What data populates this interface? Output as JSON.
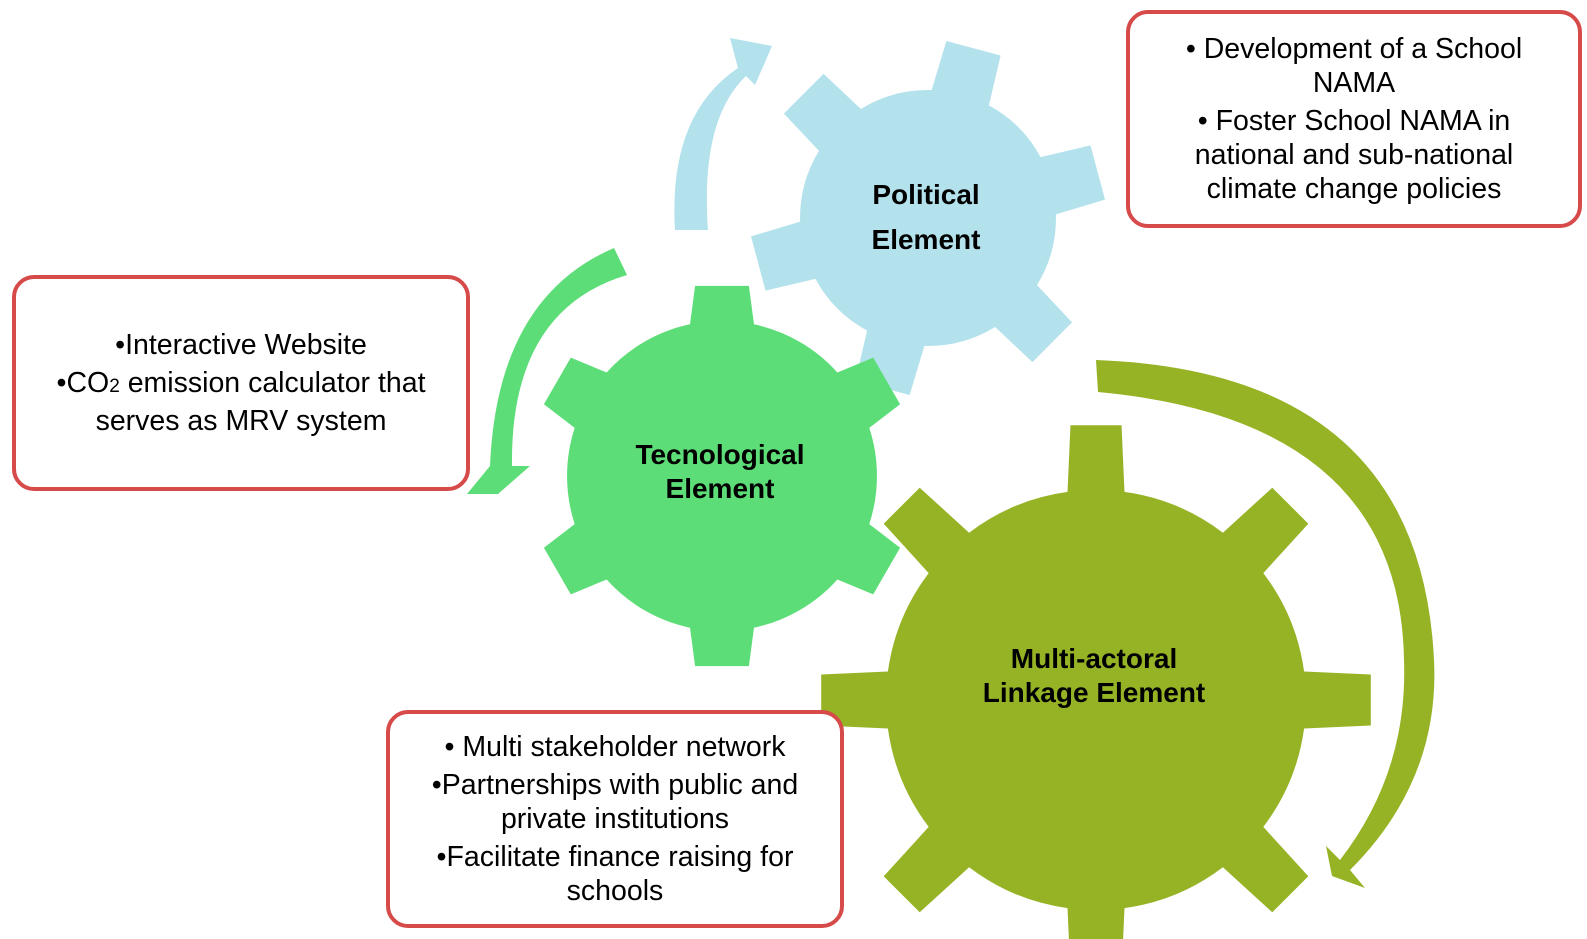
{
  "colors": {
    "political_gear": "#b3e2ec",
    "tech_gear": "#5ddd78",
    "multi_gear": "#95b324",
    "box_border": "#d64a4a"
  },
  "gears": {
    "political": {
      "line1": "Political",
      "line2": "Element"
    },
    "technological": {
      "line1": "Tecnological",
      "line2": "Element"
    },
    "multi": {
      "line1": "Multi-actoral",
      "line2": "Linkage Element"
    }
  },
  "boxes": {
    "political": {
      "items": [
        "• Development of a School NAMA",
        "• Foster School NAMA in national and sub-national climate change policies"
      ]
    },
    "technological": {
      "item1": "•Interactive Website",
      "item2_prefix": "•CO",
      "item2_sub": "2",
      "item2_suffix": "  emission calculator that serves as MRV system"
    },
    "multi": {
      "items": [
        "• Multi stakeholder network",
        "•Partnerships with public and private institutions",
        "•Facilitate finance raising for schools"
      ]
    }
  }
}
